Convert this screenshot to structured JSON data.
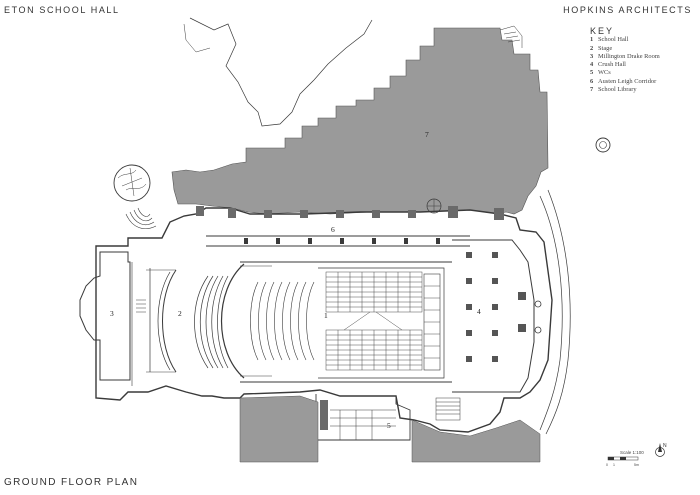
{
  "header": {
    "title": "ETON SCHOOL HALL",
    "architect": "HOPKINS ARCHITECTS"
  },
  "plan_title": "GROUND FLOOR PLAN",
  "key": {
    "title": "KEY",
    "items": [
      {
        "num": "1",
        "label": "School Hall"
      },
      {
        "num": "2",
        "label": "Stage"
      },
      {
        "num": "3",
        "label": "Millington Drake Room"
      },
      {
        "num": "4",
        "label": "Crush Hall"
      },
      {
        "num": "5",
        "label": "WCs"
      },
      {
        "num": "6",
        "label": "Austen Leigh Corridor"
      },
      {
        "num": "7",
        "label": "School Library"
      }
    ]
  },
  "room_labels": {
    "hall": "1",
    "stage": "2",
    "drake_room": "3",
    "crush_hall": "4",
    "wcs": "5",
    "corridor": "6",
    "library": "7"
  },
  "north": "N",
  "scale": {
    "text": "Scale 1:100",
    "marks": [
      "0",
      "1",
      "5m"
    ]
  },
  "colors": {
    "fill": "#9a9a9a",
    "line": "#3a3a3a",
    "background": "#ffffff"
  }
}
